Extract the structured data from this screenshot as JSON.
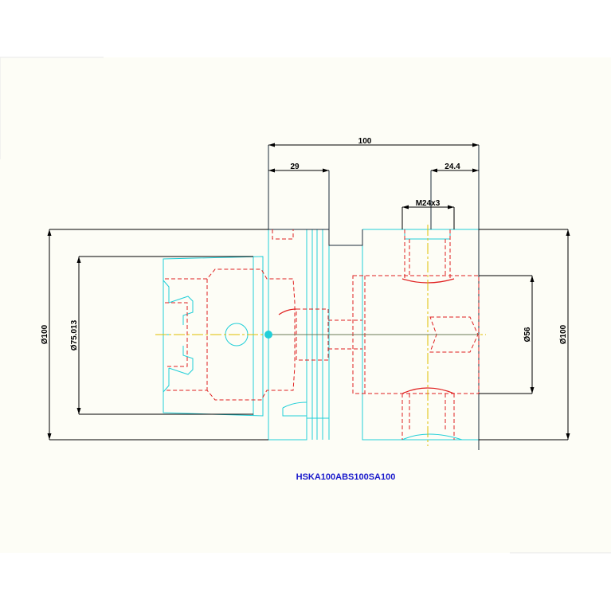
{
  "drawing": {
    "part_number": "HSKA100ABS100SA100",
    "colors": {
      "outline": "#22cfd8",
      "hidden": "#e02020",
      "centerline": "#e0c000",
      "dimension": "#000000",
      "label": "#1a1acc",
      "background": "#ffffff",
      "sheet": "#fdfdf6"
    },
    "dimensions": {
      "overall_length": "100",
      "taper_length": "29",
      "end_offset": "24.4",
      "thread": "M24x3",
      "left_diameter": "Ø100",
      "taper_diameter": "Ø75.013",
      "bore_diameter": "Ø56",
      "right_diameter": "Ø100"
    }
  }
}
